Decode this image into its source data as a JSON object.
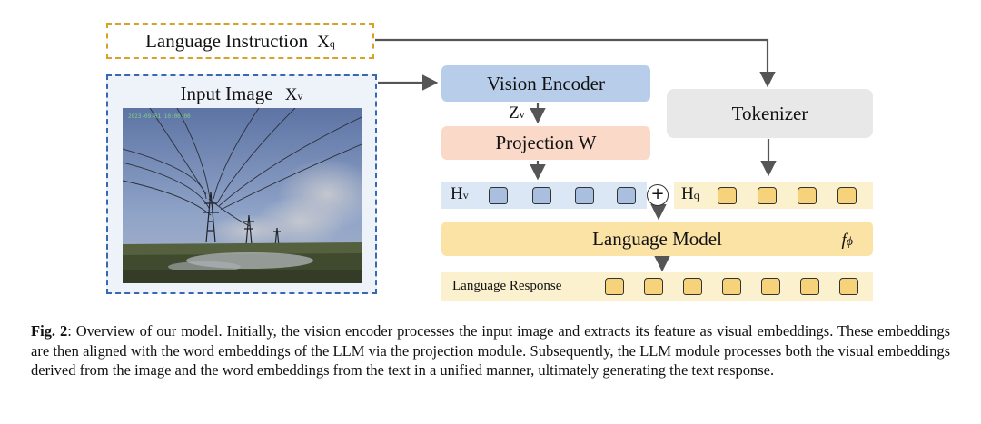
{
  "figure": {
    "instruction": {
      "label": "Language Instruction",
      "symbol": "X",
      "sub": "q"
    },
    "input_image": {
      "label": "Input Image",
      "symbol": "X",
      "sub": "v"
    },
    "vision_encoder": "Vision Encoder",
    "zv": {
      "symbol": "Z",
      "sub": "v"
    },
    "projection": "Projection W",
    "tokenizer": "Tokenizer",
    "hv": {
      "symbol": "H",
      "sub": "v"
    },
    "hq": {
      "symbol": "H",
      "sub": "q"
    },
    "plus": "+",
    "language_model": "Language Model",
    "lm_symbol": "f",
    "lm_sub": "ϕ",
    "response": "Language Response",
    "image_overlay": "2023-09-01 10:00:00",
    "colors": {
      "instruction_border": "#d6a228",
      "image_border": "#3a68b0",
      "vision": "#b8cde9",
      "projection": "#fbd9c8",
      "tokenizer": "#e8e8e8",
      "lm": "#fbe3a6"
    }
  },
  "caption": {
    "label": "Fig. 2",
    "text": ": Overview of our model. Initially, the vision encoder processes the input image and extracts its feature as visual embeddings. These embeddings are then aligned with the word embeddings of the LLM via the projection module. Subsequently, the LLM module processes both the visual embeddings derived from the image and the word embeddings from the text in a unified manner, ultimately generating the text response."
  }
}
